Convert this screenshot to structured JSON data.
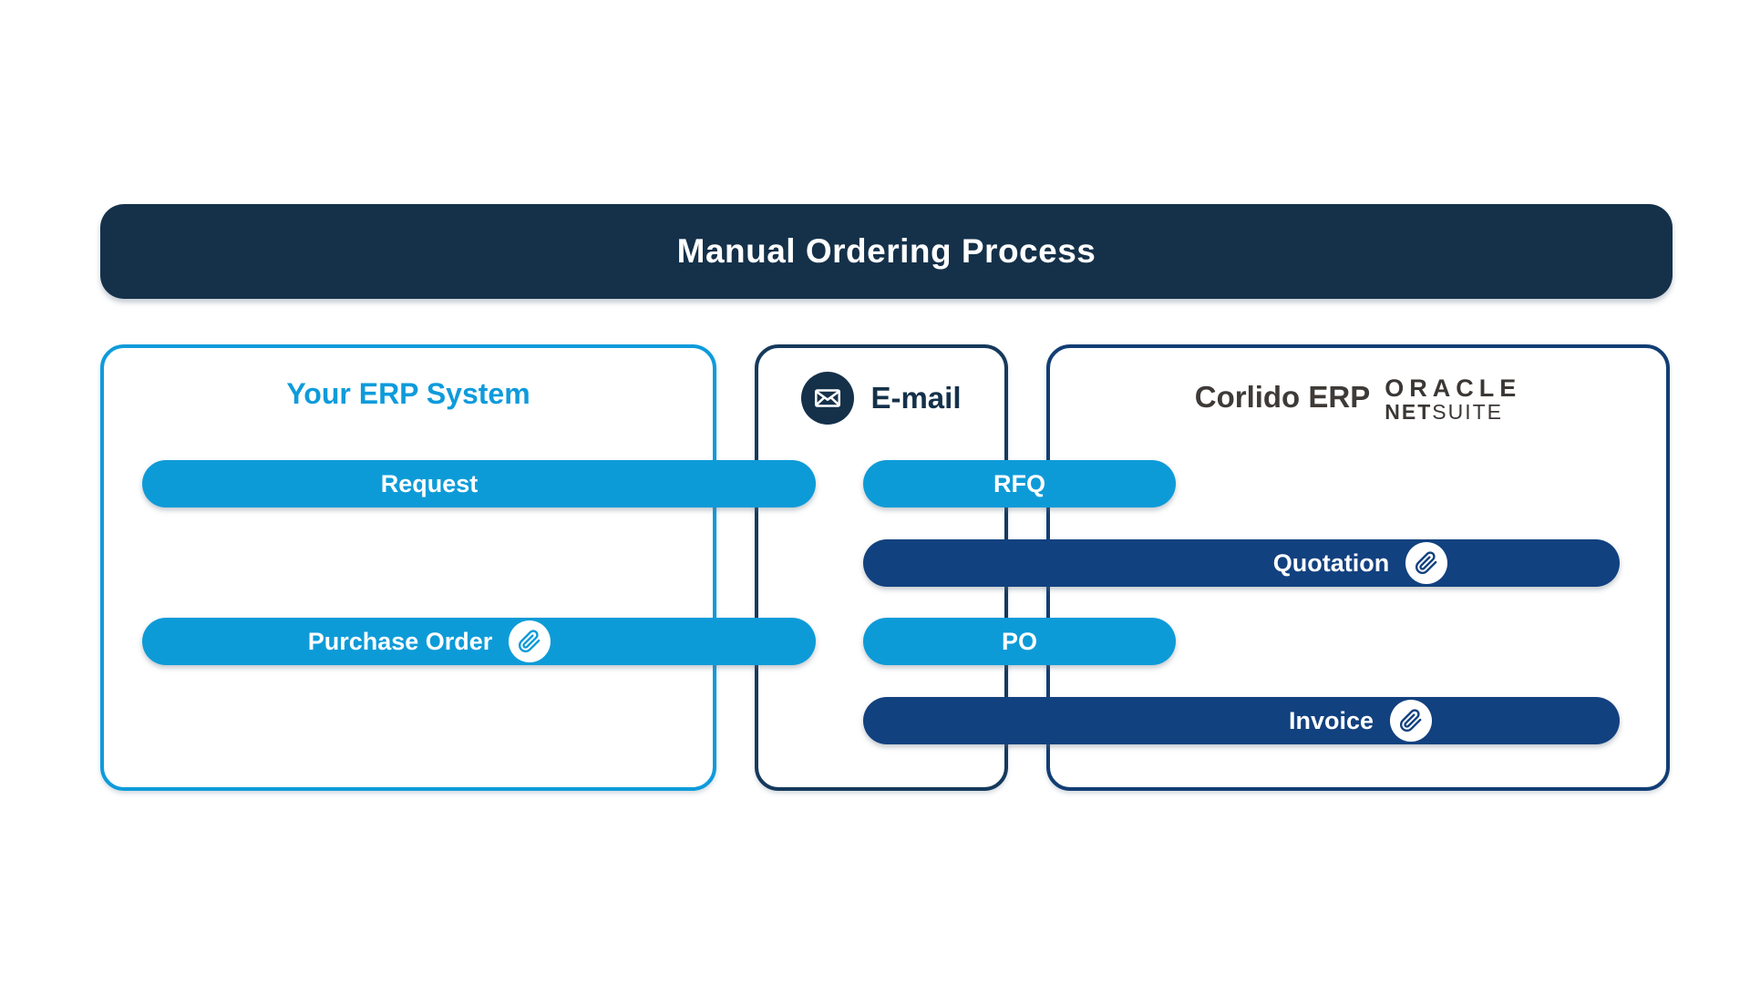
{
  "header": {
    "title": "Manual Ordering Process"
  },
  "colors": {
    "header_navy": "#15314A",
    "light_blue": "#0D9BD8",
    "dark_bar_navy": "#12417F",
    "erp_border_blue": "#0E9BDB",
    "email_border_navy": "#16395C",
    "corlido_border_navy": "#123E74",
    "logo_gray": "#3B3735"
  },
  "panels": {
    "erp": {
      "title": "Your ERP System"
    },
    "email": {
      "title": "E-mail",
      "icon": "envelope-icon"
    },
    "corlido": {
      "title": "Corlido ERP",
      "logo_line1": "ORACLE",
      "logo_line2_bold": "NET",
      "logo_line2_regular": "SUITE"
    }
  },
  "bars": [
    {
      "label": "Request",
      "style": "light",
      "attachment": false
    },
    {
      "label": "RFQ",
      "style": "light",
      "attachment": false
    },
    {
      "label": "Quotation",
      "style": "dark",
      "attachment": true
    },
    {
      "label": "Purchase Order",
      "style": "light",
      "attachment": true
    },
    {
      "label": "PO",
      "style": "light",
      "attachment": false
    },
    {
      "label": "Invoice",
      "style": "dark",
      "attachment": true
    }
  ]
}
